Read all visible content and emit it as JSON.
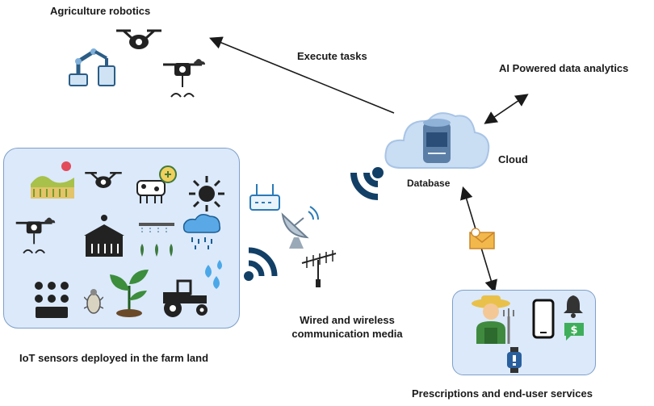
{
  "labels": {
    "agri_robotics": "Agriculture robotics",
    "execute_tasks": "Execute tasks",
    "ai_analytics": "AI Powered data analytics",
    "cloud": "Cloud",
    "database": "Database",
    "iot_sensors": "IoT sensors deployed in the farm land",
    "comm_media_line1": "Wired and wireless",
    "comm_media_line2": "communication media",
    "prescriptions": "Prescriptions and end-user services"
  },
  "icons": {
    "robotics": [
      "robot-arm-icon",
      "drone-icon",
      "drone-sprayer-icon"
    ],
    "iot": [
      "field-sun-icon",
      "drone-icon",
      "cow-health-icon",
      "sun-icon",
      "drone-sprayer-icon",
      "greenhouse-icon",
      "irrigation-icon",
      "rain-cloud-icon",
      "sensor-panel-icon",
      "insect-icon",
      "plant-icon",
      "tractor-icon",
      "water-drops-icon"
    ],
    "comm": [
      "wifi-signal-icon",
      "router-icon",
      "satellite-dish-icon",
      "antenna-icon"
    ],
    "services": [
      "farmer-icon",
      "smartphone-icon",
      "bell-icon",
      "dollar-chat-icon",
      "smartwatch-icon",
      "email-icon"
    ]
  },
  "colors": {
    "panel_fill": "#dbe9fb",
    "panel_border": "#7f9fc8",
    "signal": "#123f66",
    "cloud": "#c9ddf3"
  }
}
